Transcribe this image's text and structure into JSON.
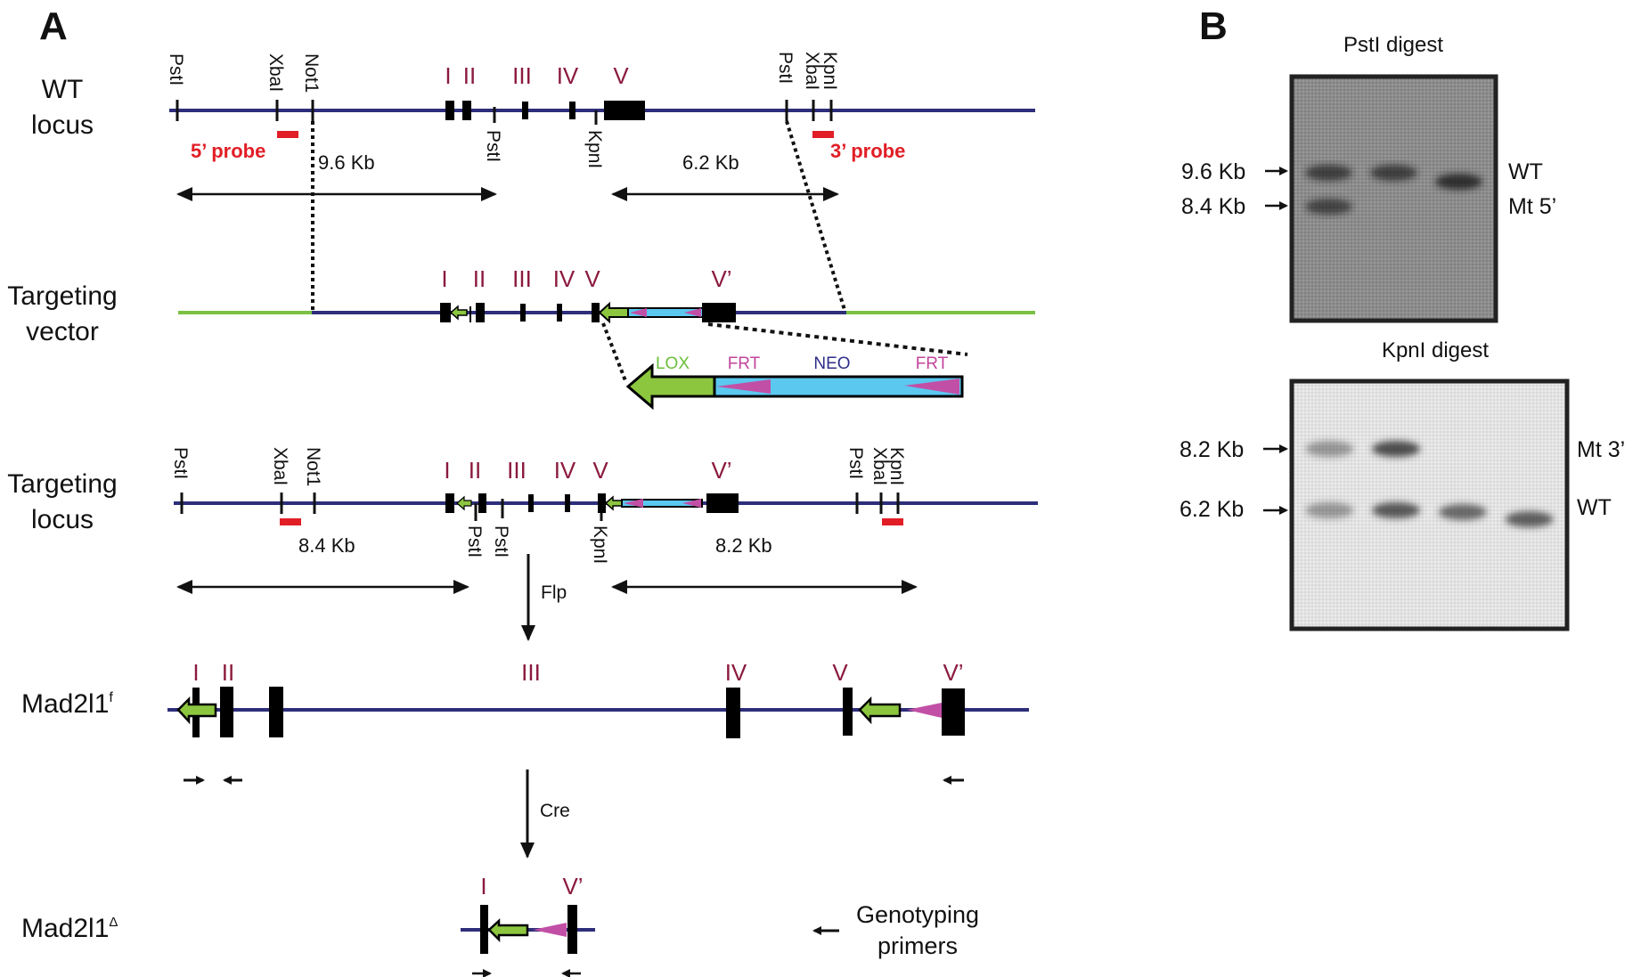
{
  "panels": {
    "a": "A",
    "b": "B"
  },
  "colors": {
    "dna_line": "#2e2e7a",
    "vector_arm": "#7ac143",
    "exon_label": "#8b1a3d",
    "probe": "#e11e26",
    "lox": "#8cc63f",
    "frt": "#c24fa6",
    "neo": "#5bc8f0",
    "neo_label": "#2e2e8a",
    "lox_label": "#6abf3a",
    "frt_label": "#c2449c"
  },
  "rows": {
    "wt": {
      "label_line1": "WT",
      "label_line2": "locus",
      "sites_top": [
        "PstI",
        "XbaI",
        "Not1",
        "PstI",
        "XbaI",
        "KpnI"
      ],
      "sites_bottom": [
        "PstI",
        "KpnI"
      ],
      "exons": [
        "I",
        "II",
        "III",
        "IV",
        "V"
      ],
      "probe5": "5’ probe",
      "probe3": "3’ probe",
      "frag_left": "9.6 Kb",
      "frag_right": "6.2 Kb"
    },
    "tv": {
      "label_line1": "Targeting",
      "label_line2": "vector",
      "exons": [
        "I",
        "II",
        "III",
        "IV",
        "V",
        "V’"
      ],
      "cassette": {
        "lox": "LOX",
        "frt1": "FRT",
        "neo": "NEO",
        "frt2": "FRT"
      }
    },
    "tl": {
      "label_line1": "Targeting",
      "label_line2": "locus",
      "sites_top": [
        "PstI",
        "XbaI",
        "Not1",
        "PstI",
        "XbaI",
        "KpnI"
      ],
      "sites_bottom": [
        "PstI",
        "PstI",
        "KpnI"
      ],
      "exons": [
        "I",
        "II",
        "III",
        "IV",
        "V",
        "V’"
      ],
      "frag_left": "8.4 Kb",
      "frag_right": "8.2 Kb"
    },
    "flox": {
      "label": "Mad2l1",
      "sup": "f",
      "exons": [
        "I",
        "II",
        "III",
        "IV",
        "V",
        "V’"
      ]
    },
    "delta": {
      "label": "Mad2l1",
      "sup": "Δ",
      "exons": [
        "I",
        "V’"
      ]
    }
  },
  "steps": {
    "flp": "Flp",
    "cre": "Cre"
  },
  "legend": {
    "line1": "Genotyping",
    "line2": "primers"
  },
  "gels": {
    "pst": {
      "title": "PstI digest",
      "markers": [
        "9.6 Kb",
        "8.4 Kb"
      ],
      "side_labels": [
        "WT",
        "Mt 5’"
      ],
      "lanes": 3,
      "bands": [
        {
          "lane": 1,
          "size_kb": 9.6,
          "intensity": 0.75
        },
        {
          "lane": 1,
          "size_kb": 8.4,
          "intensity": 0.7
        },
        {
          "lane": 2,
          "size_kb": 9.6,
          "intensity": 0.75
        },
        {
          "lane": 3,
          "size_kb": 9.6,
          "intensity": 0.9
        }
      ]
    },
    "kpn": {
      "title": "KpnI digest",
      "markers": [
        "8.2 Kb",
        "6.2 Kb"
      ],
      "side_labels": [
        "Mt 3’",
        "WT"
      ],
      "lanes": 4,
      "bands": [
        {
          "lane": 1,
          "size_kb": 8.2,
          "intensity": 0.45
        },
        {
          "lane": 2,
          "size_kb": 8.2,
          "intensity": 0.85
        },
        {
          "lane": 1,
          "size_kb": 6.2,
          "intensity": 0.45
        },
        {
          "lane": 2,
          "size_kb": 6.2,
          "intensity": 0.8
        },
        {
          "lane": 3,
          "size_kb": 6.2,
          "intensity": 0.7
        },
        {
          "lane": 4,
          "size_kb": 6.2,
          "intensity": 0.75
        }
      ]
    }
  }
}
